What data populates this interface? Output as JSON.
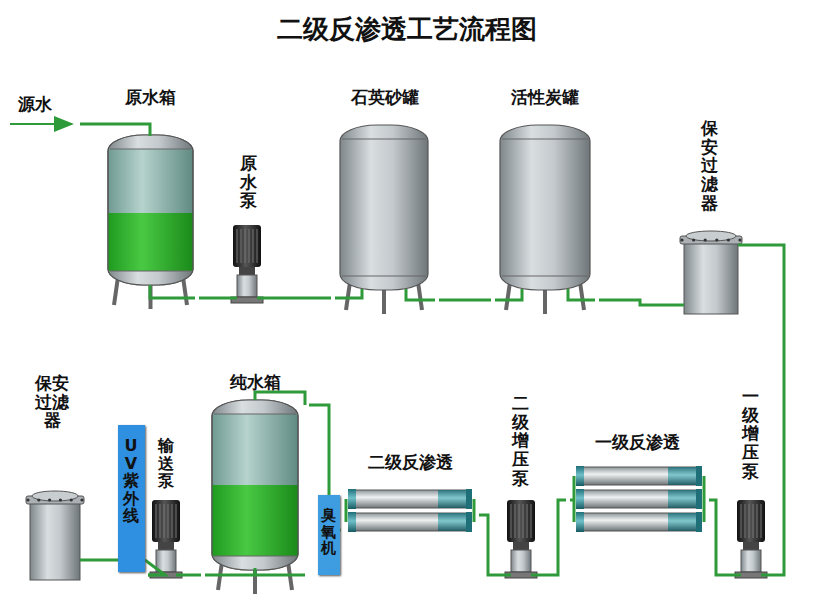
{
  "diagram": {
    "title": "二级反渗透工艺流程图",
    "nodes": [
      {
        "text": [
          "原水箱"
        ]
      },
      {
        "text": [
          "原水泵"
        ]
      },
      {
        "text": [
          "石英砂罐"
        ]
      },
      {
        "text": [
          "活性炭罐"
        ]
      },
      {
        "text": [
          "保安过滤器"
        ]
      },
      {
        "text": [
          "一级增压泵"
        ]
      },
      {
        "text": [
          "一级反渗透"
        ]
      },
      {
        "text": [
          "二级增压泵"
        ]
      },
      {
        "text": [
          "二级反渗透"
        ]
      },
      {
        "text": [
          "臭氧机"
        ]
      },
      {
        "text": [
          "纯水箱"
        ]
      },
      {
        "text": [
          "输送泵"
        ]
      },
      {
        "text": [
          "UV紫外线"
        ]
      },
      {
        "text": [
          "保安过滤器"
        ]
      }
    ],
    "edges": [
      {
        "from": 0,
        "to": 1,
        "arrow": "none"
      },
      {
        "from": 1,
        "to": 2,
        "arrow": "none"
      },
      {
        "from": 2,
        "to": 3,
        "arrow": "none"
      },
      {
        "from": 3,
        "to": 4,
        "arrow": "none"
      },
      {
        "from": 4,
        "to": 5,
        "arrow": "none"
      },
      {
        "from": 5,
        "to": 6,
        "arrow": "none"
      },
      {
        "from": 6,
        "to": 7,
        "arrow": "none"
      },
      {
        "from": 7,
        "to": 8,
        "arrow": "none"
      },
      {
        "from": 8,
        "to": 9,
        "arrow": "none"
      },
      {
        "from": 9,
        "to": 10,
        "arrow": "none"
      },
      {
        "from": 10,
        "to": 11,
        "arrow": "none"
      },
      {
        "from": 11,
        "to": 12,
        "arrow": "none"
      },
      {
        "from": 12,
        "to": 13,
        "arrow": "none"
      }
    ],
    "labels": [
      "源水"
    ]
  }
}
